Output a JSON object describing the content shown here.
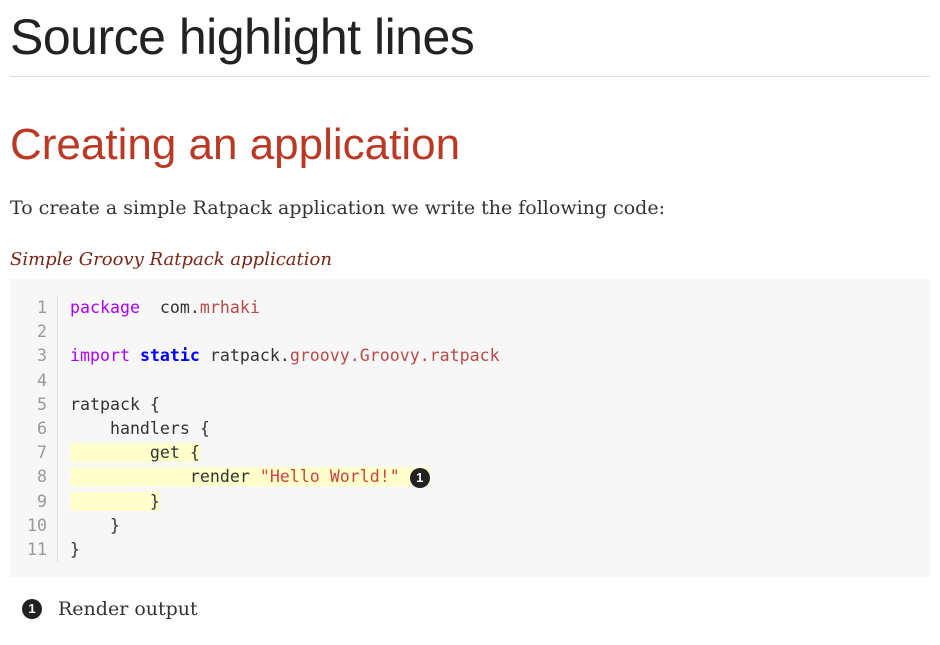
{
  "doc_title": "Source highlight lines",
  "section_title": "Creating an application",
  "intro": "To create a simple Ratpack application we write the following code:",
  "listing_title": "Simple Groovy Ratpack application",
  "code": {
    "l1": {
      "n": "1",
      "kw": "package",
      "t": " com.",
      "ns": "mrhaki"
    },
    "l2": {
      "n": "2"
    },
    "l3": {
      "n": "3",
      "kw": "import",
      "kw2": "static",
      "t": " ratpack.",
      "ns": "groovy.Groovy.ratpack"
    },
    "l4": {
      "n": "4"
    },
    "l5": {
      "n": "5",
      "t": "ratpack {"
    },
    "l6": {
      "n": "6",
      "t": "    handlers {"
    },
    "l7": {
      "n": "7",
      "t": "        get {"
    },
    "l8": {
      "n": "8",
      "t": "            render ",
      "str": "\"Hello World!\"",
      "conum": "1"
    },
    "l9": {
      "n": "9",
      "t": "        }"
    },
    "l10": {
      "n": "10",
      "t": "    }"
    },
    "l11": {
      "n": "11",
      "t": "}"
    }
  },
  "callouts": [
    {
      "num": "1",
      "text": "Render output"
    }
  ]
}
